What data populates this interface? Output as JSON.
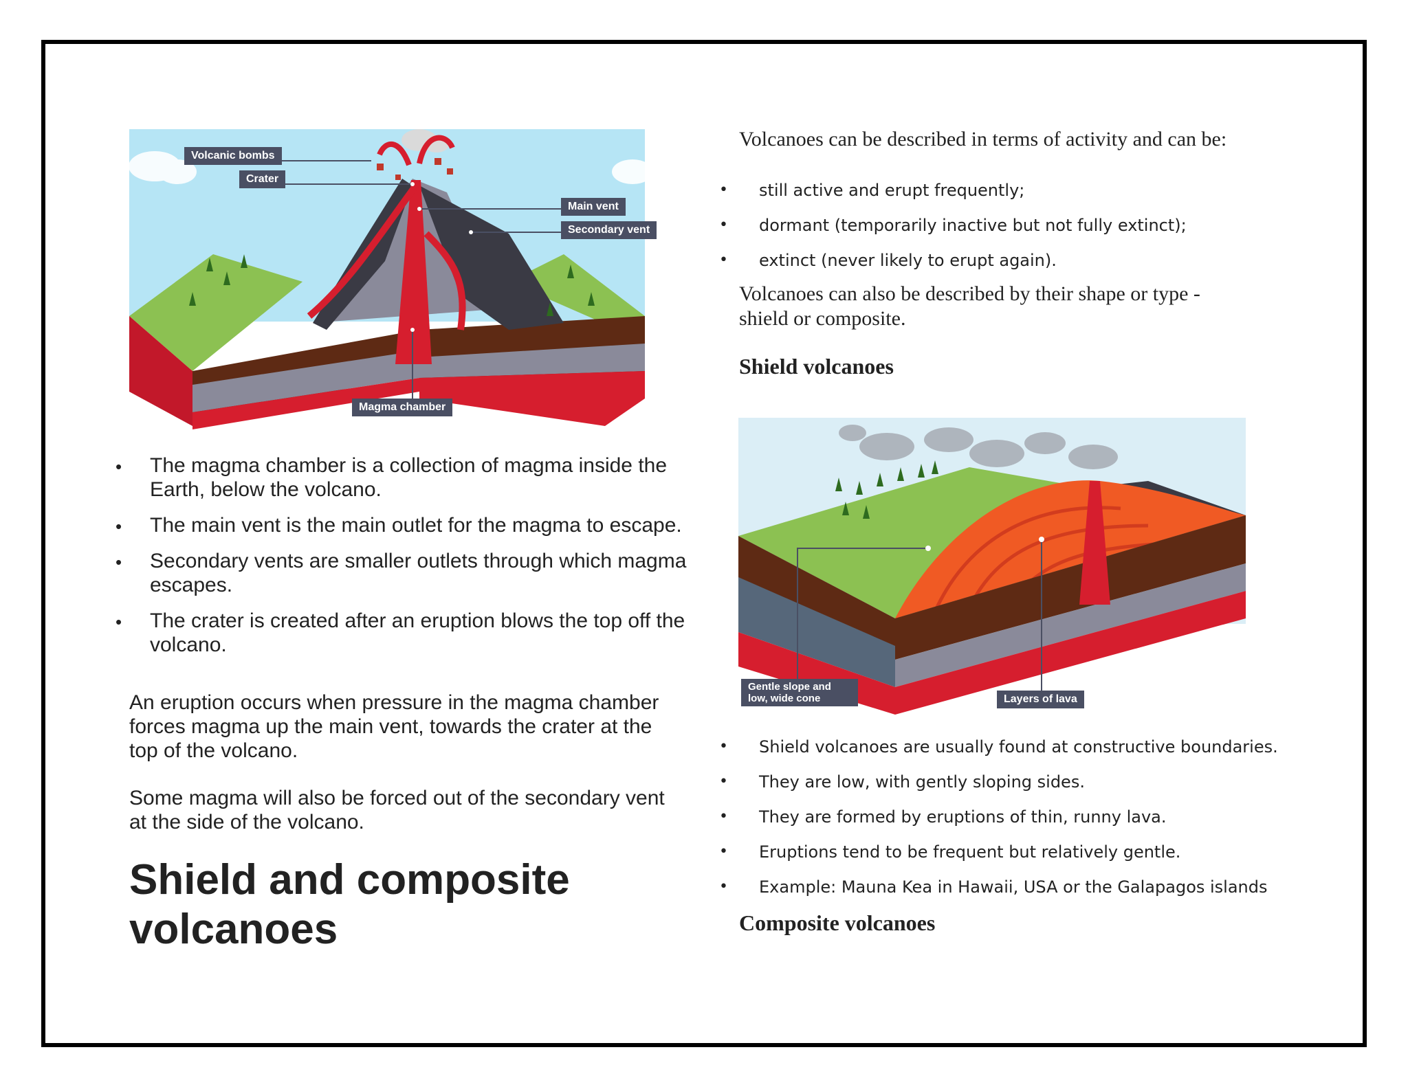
{
  "diagram1": {
    "labels": {
      "volcanic_bombs": "Volcanic bombs",
      "crater": "Crater",
      "main_vent": "Main vent",
      "secondary_vent": "Secondary vent",
      "magma_chamber": "Magma chamber"
    }
  },
  "left": {
    "bullets": [
      "The magma chamber is a collection of magma inside the Earth, below the volcano.",
      "The main vent is the main outlet for the magma to escape.",
      "Secondary vents are smaller outlets through which magma escapes.",
      "The crater is created after an eruption blows the top off the volcano."
    ],
    "para1": "An eruption occurs when pressure in the magma chamber forces magma up the main vent, towards the crater at the top of the volcano.",
    "para2": "Some magma will also be forced out of the secondary vent at the side of the volcano.",
    "heading": "Shield and composite volcanoes"
  },
  "right": {
    "intro": "Volcanoes can be described in terms of activity and can be:",
    "activity": [
      "still active and erupt frequently;",
      "dormant (temporarily inactive but not fully extinct);",
      "extinct (never likely to erupt again)."
    ],
    "shape_text": "Volcanoes can also be described by their shape or type - shield or composite.",
    "shield_heading": "Shield volcanoes",
    "shield_bullets": [
      "Shield volcanoes are usually found at constructive boundaries.",
      "They are low, with gently sloping sides.",
      "They are formed by eruptions of thin, runny lava.",
      "Eruptions tend to be frequent but relatively gentle.",
      "Example: Mauna Kea in Hawaii, USA or the Galapagos islands"
    ],
    "composite_heading": "Composite volcanoes"
  },
  "diagram2": {
    "labels": {
      "gentle_slope": "Gentle slope and low, wide cone",
      "layers": "Layers of lava"
    }
  }
}
